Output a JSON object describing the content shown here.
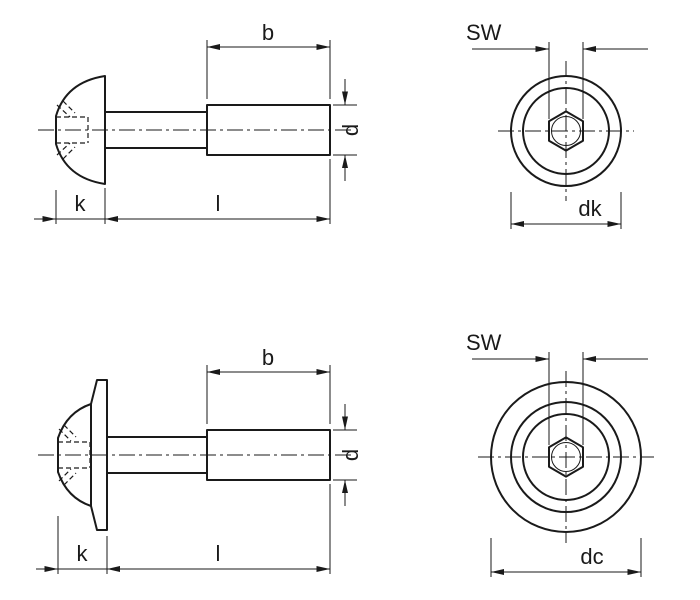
{
  "colors": {
    "background": "#ffffff",
    "line": "#1a1a1a"
  },
  "views": {
    "top_side": {
      "labels": {
        "b": "b",
        "d": "d",
        "k": "k",
        "l": "l"
      }
    },
    "top_end": {
      "labels": {
        "sw": "SW",
        "dk": "dk"
      }
    },
    "bottom_side": {
      "labels": {
        "b": "b",
        "d": "d",
        "k": "k",
        "l": "l"
      }
    },
    "bottom_end": {
      "labels": {
        "sw": "SW",
        "dc": "dc"
      }
    }
  }
}
